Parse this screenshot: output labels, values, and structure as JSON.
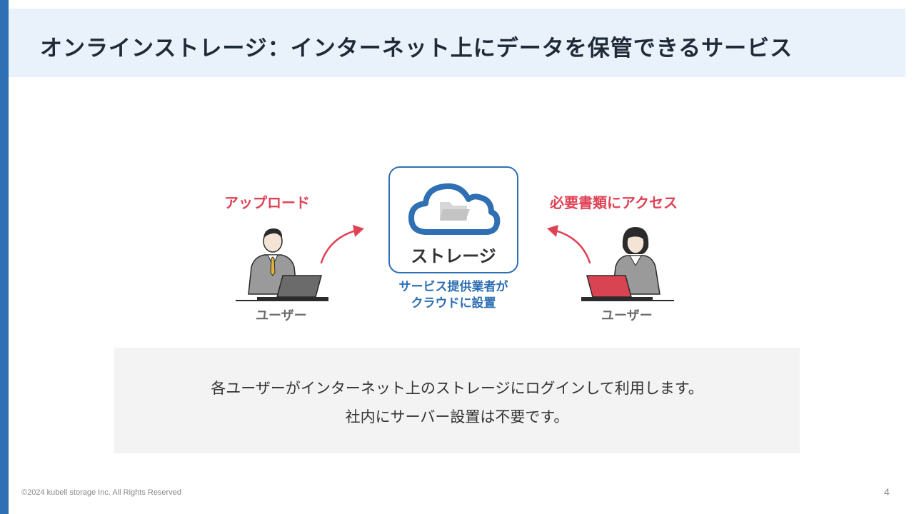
{
  "header": {
    "title": "オンラインストレージ：インターネット上にデータを保管できるサービス"
  },
  "diagram": {
    "upload_label": "アップロード",
    "access_label": "必要書類にアクセス",
    "storage_label": "ストレージ",
    "provider_note_line1": "サービス提供業者が",
    "provider_note_line2": "クラウドに設置",
    "left_user_caption": "ユーザー",
    "right_user_caption": "ユーザー",
    "icons": [
      "cloud-icon",
      "folder-icon",
      "user-man-laptop",
      "user-woman-laptop",
      "arrow-curved"
    ]
  },
  "info": {
    "line1": "各ユーザーがインターネット上のストレージにログインして利用します。",
    "line2": "社内にサーバー設置は不要です。"
  },
  "footer": {
    "copyright": "©2024 kubell storage Inc. All Rights Reserved",
    "page_number": "4"
  },
  "colors": {
    "accent_blue": "#2f6fb3",
    "accent_red": "#e04255",
    "title_band": "#e9f1fa",
    "info_bg": "#f3f3f3"
  }
}
